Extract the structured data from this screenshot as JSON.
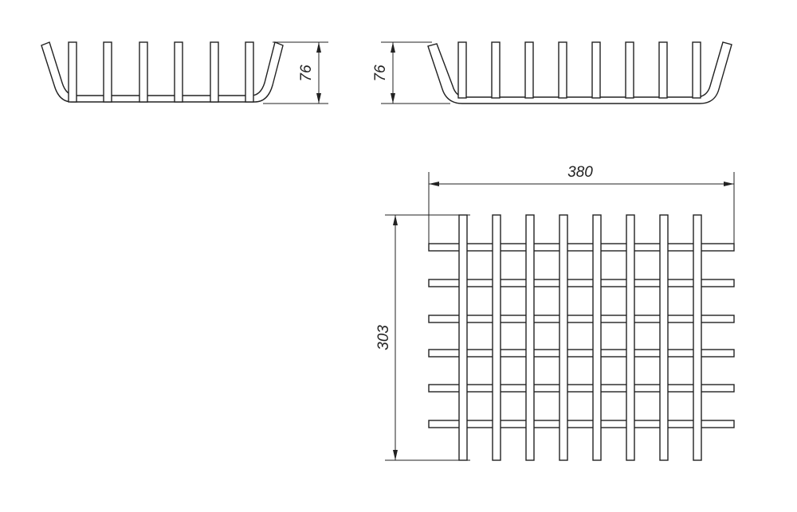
{
  "dimensions": {
    "end_view_height": "76",
    "side_view_height": "76",
    "top_view_width": "380",
    "top_view_depth": "303"
  },
  "colors": {
    "line": "#222222",
    "background": "#ffffff"
  }
}
